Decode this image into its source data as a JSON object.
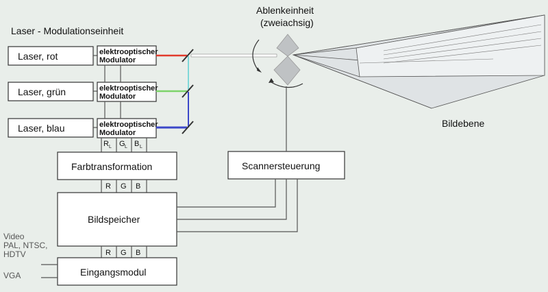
{
  "title": "Laser - Modulationseinheit",
  "deflection": {
    "line1": "Ablenkeinheit",
    "line2": "(zweiachsig)"
  },
  "image_plane": "Bildebene",
  "lasers": [
    {
      "label": "Laser, rot",
      "color": "#e23a2c"
    },
    {
      "label": "Laser, grün",
      "color": "#7cd36a"
    },
    {
      "label": "Laser, blau",
      "color": "#3b47c9"
    }
  ],
  "modulator": {
    "line1": "elektrooptischer",
    "line2": "Modulator"
  },
  "rgbl": [
    "R",
    "G",
    "B"
  ],
  "rgbl_sub": "L",
  "rgb": [
    "R",
    "G",
    "B"
  ],
  "boxes": {
    "farbtransformation": "Farbtransformation",
    "scannersteuerung": "Scannersteuerung",
    "bildspeicher": "Bildspeicher",
    "eingangsmodul": "Eingangsmodul"
  },
  "inputs": {
    "video": [
      "Video",
      "PAL, NTSC,",
      "HDTV"
    ],
    "vga": "VGA"
  },
  "colors": {
    "beam_combined": "#ffffff",
    "cyan_link": "#7fd8d8",
    "background": "#e9eeea"
  }
}
